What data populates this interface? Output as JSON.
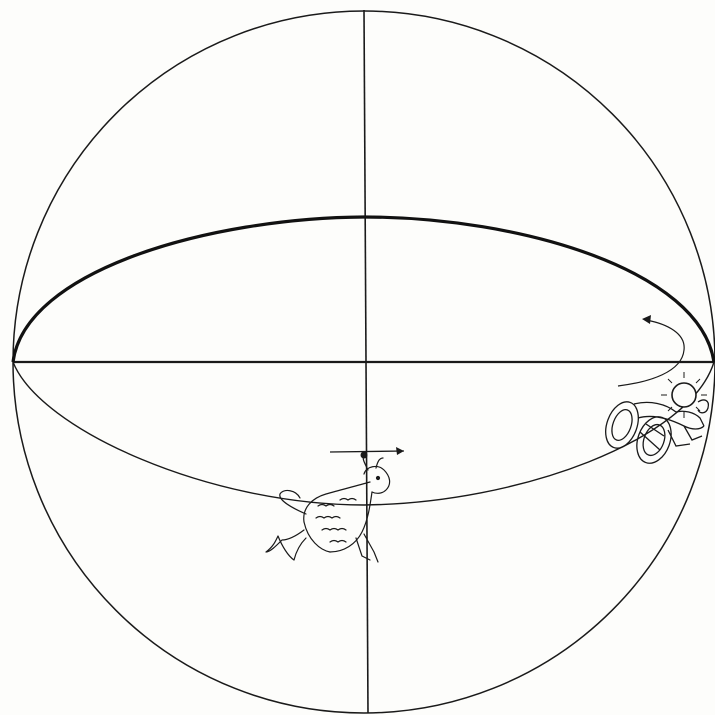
{
  "diagram": {
    "kind": "celestial-sphere",
    "line_color": "#1a1a1a",
    "background": "#fdfdfb",
    "text_labels": [],
    "figures": [
      {
        "name": "capricorn-goat",
        "icon": "sea-goat"
      },
      {
        "name": "sun",
        "icon": "sun-disc"
      },
      {
        "name": "chariot",
        "icon": "sun-chariot"
      }
    ]
  }
}
